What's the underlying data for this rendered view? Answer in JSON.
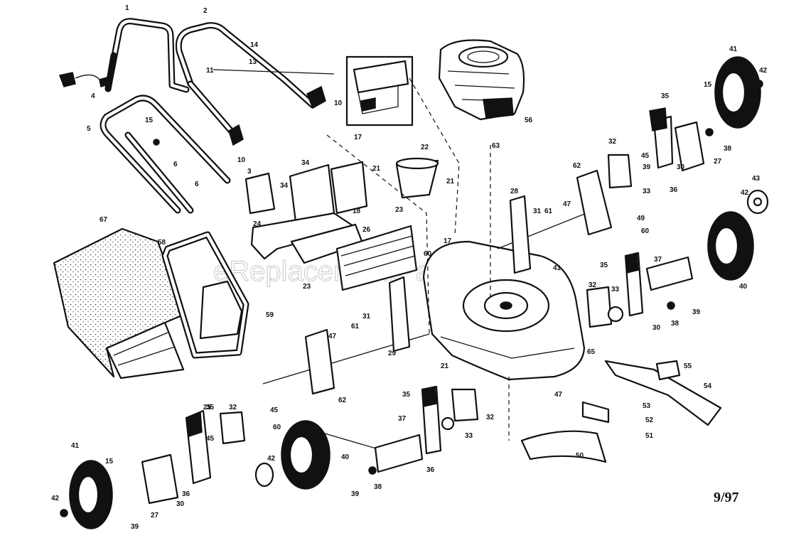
{
  "watermark": "eReplacementParts.com",
  "date_code": "9/97",
  "callouts": [
    {
      "id": "1",
      "text": "1"
    },
    {
      "id": "2",
      "text": "2"
    },
    {
      "id": "4",
      "text": "4"
    },
    {
      "id": "5",
      "text": "5"
    },
    {
      "id": "6a",
      "text": "6"
    },
    {
      "id": "6b",
      "text": "6"
    },
    {
      "id": "3",
      "text": "3"
    },
    {
      "id": "10a",
      "text": "10"
    },
    {
      "id": "10b",
      "text": "10"
    },
    {
      "id": "11",
      "text": "11"
    },
    {
      "id": "13",
      "text": "13"
    },
    {
      "id": "14",
      "text": "14"
    },
    {
      "id": "15a",
      "text": "15"
    },
    {
      "id": "15b",
      "text": "15"
    },
    {
      "id": "15c",
      "text": "15"
    },
    {
      "id": "17a",
      "text": "17"
    },
    {
      "id": "17b",
      "text": "17"
    },
    {
      "id": "18",
      "text": "18"
    },
    {
      "id": "21a",
      "text": "21"
    },
    {
      "id": "21b",
      "text": "21"
    },
    {
      "id": "21c",
      "text": "21"
    },
    {
      "id": "22",
      "text": "22"
    },
    {
      "id": "23a",
      "text": "23"
    },
    {
      "id": "23b",
      "text": "23"
    },
    {
      "id": "24",
      "text": "24"
    },
    {
      "id": "25",
      "text": "25"
    },
    {
      "id": "26",
      "text": "26"
    },
    {
      "id": "27a",
      "text": "27"
    },
    {
      "id": "27b",
      "text": "27"
    },
    {
      "id": "28",
      "text": "28"
    },
    {
      "id": "29",
      "text": "29"
    },
    {
      "id": "30a",
      "text": "30"
    },
    {
      "id": "30b",
      "text": "30"
    },
    {
      "id": "30c",
      "text": "30"
    },
    {
      "id": "31a",
      "text": "31"
    },
    {
      "id": "31b",
      "text": "31"
    },
    {
      "id": "32a",
      "text": "32"
    },
    {
      "id": "32b",
      "text": "32"
    },
    {
      "id": "32c",
      "text": "32"
    },
    {
      "id": "32d",
      "text": "32"
    },
    {
      "id": "33a",
      "text": "33"
    },
    {
      "id": "33b",
      "text": "33"
    },
    {
      "id": "33c",
      "text": "33"
    },
    {
      "id": "34a",
      "text": "34"
    },
    {
      "id": "34b",
      "text": "34"
    },
    {
      "id": "35a",
      "text": "35"
    },
    {
      "id": "35b",
      "text": "35"
    },
    {
      "id": "35c",
      "text": "35"
    },
    {
      "id": "35d",
      "text": "35"
    },
    {
      "id": "36a",
      "text": "36"
    },
    {
      "id": "36b",
      "text": "36"
    },
    {
      "id": "36c",
      "text": "36"
    },
    {
      "id": "37a",
      "text": "37"
    },
    {
      "id": "37b",
      "text": "37"
    },
    {
      "id": "38a",
      "text": "38"
    },
    {
      "id": "38b",
      "text": "38"
    },
    {
      "id": "38c",
      "text": "38"
    },
    {
      "id": "39a",
      "text": "39"
    },
    {
      "id": "39b",
      "text": "39"
    },
    {
      "id": "39c",
      "text": "39"
    },
    {
      "id": "39d",
      "text": "39"
    },
    {
      "id": "40a",
      "text": "40"
    },
    {
      "id": "40b",
      "text": "40"
    },
    {
      "id": "41a",
      "text": "41"
    },
    {
      "id": "41b",
      "text": "41"
    },
    {
      "id": "41c",
      "text": "41"
    },
    {
      "id": "42a",
      "text": "42"
    },
    {
      "id": "42b",
      "text": "42"
    },
    {
      "id": "42c",
      "text": "42"
    },
    {
      "id": "42d",
      "text": "42"
    },
    {
      "id": "43",
      "text": "43"
    },
    {
      "id": "45a",
      "text": "45"
    },
    {
      "id": "45b",
      "text": "45"
    },
    {
      "id": "45c",
      "text": "45"
    },
    {
      "id": "47a",
      "text": "47"
    },
    {
      "id": "47b",
      "text": "47"
    },
    {
      "id": "47c",
      "text": "47"
    },
    {
      "id": "49",
      "text": "49"
    },
    {
      "id": "50",
      "text": "50"
    },
    {
      "id": "51",
      "text": "51"
    },
    {
      "id": "52",
      "text": "52"
    },
    {
      "id": "53",
      "text": "53"
    },
    {
      "id": "54",
      "text": "54"
    },
    {
      "id": "55",
      "text": "55"
    },
    {
      "id": "56",
      "text": "56"
    },
    {
      "id": "58",
      "text": "58"
    },
    {
      "id": "59",
      "text": "59"
    },
    {
      "id": "60a",
      "text": "60"
    },
    {
      "id": "60b",
      "text": "60"
    },
    {
      "id": "60c",
      "text": "60"
    },
    {
      "id": "61a",
      "text": "61"
    },
    {
      "id": "61b",
      "text": "61"
    },
    {
      "id": "62a",
      "text": "62"
    },
    {
      "id": "62b",
      "text": "62"
    },
    {
      "id": "63",
      "text": "63"
    },
    {
      "id": "65",
      "text": "65"
    },
    {
      "id": "67",
      "text": "67"
    }
  ]
}
